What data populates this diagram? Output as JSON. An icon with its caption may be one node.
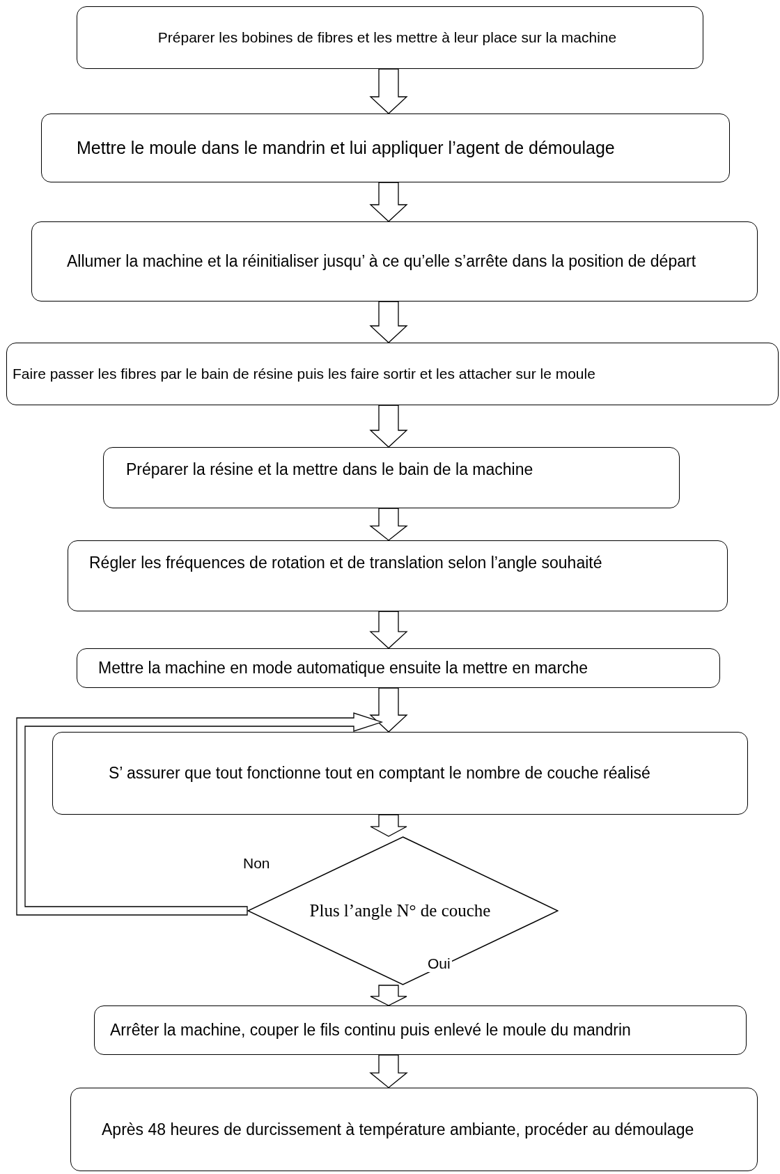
{
  "diagram": {
    "nodes": [
      {
        "text": [
          "Préparer les bobines de fibres et les mettre à leur place sur la machine"
        ]
      },
      {
        "text": [
          "Mettre le moule dans le mandrin et lui appliquer l’agent de démoulage"
        ]
      },
      {
        "text": [
          "Allumer la machine et la réinitialiser jusqu’ à ce qu’elle s’arrête dans la position de départ"
        ]
      },
      {
        "text": [
          "Faire passer les fibres par le bain de résine puis les faire sortir et les attacher sur le moule"
        ]
      },
      {
        "text": [
          "Préparer la résine et la mettre dans le bain de la machine"
        ]
      },
      {
        "text": [
          "Régler les fréquences de rotation et de translation selon l’angle souhaité"
        ]
      },
      {
        "text": [
          "Mettre la machine en mode automatique ensuite la mettre en marche"
        ]
      },
      {
        "text": [
          "S’ assurer que tout fonctionne tout en comptant le nombre de couche réalisé"
        ]
      },
      {
        "text": [
          "Plus l’angle N° de couche"
        ]
      },
      {
        "text": [
          "Arrêter la machine, couper le fils continu puis enlevé le moule du mandrin"
        ]
      },
      {
        "text": [
          "Après 48 heures de durcissement à température ambiante, procéder au démoulage"
        ]
      }
    ],
    "edges": [
      {
        "from": 0,
        "to": 1,
        "arrow": "to"
      },
      {
        "from": 1,
        "to": 2,
        "arrow": "to"
      },
      {
        "from": 2,
        "to": 3,
        "arrow": "to"
      },
      {
        "from": 3,
        "to": 4,
        "arrow": "to"
      },
      {
        "from": 4,
        "to": 5,
        "arrow": "to"
      },
      {
        "from": 5,
        "to": 6,
        "arrow": "to"
      },
      {
        "from": 6,
        "to": 7,
        "arrow": "to"
      },
      {
        "from": 7,
        "to": 8,
        "arrow": "to"
      },
      {
        "from": 8,
        "to": 9,
        "arrow": "to",
        "label": "Oui"
      },
      {
        "from": 8,
        "to": 7,
        "arrow": "to",
        "label": "Non"
      },
      {
        "from": 9,
        "to": 10,
        "arrow": "to"
      }
    ]
  }
}
